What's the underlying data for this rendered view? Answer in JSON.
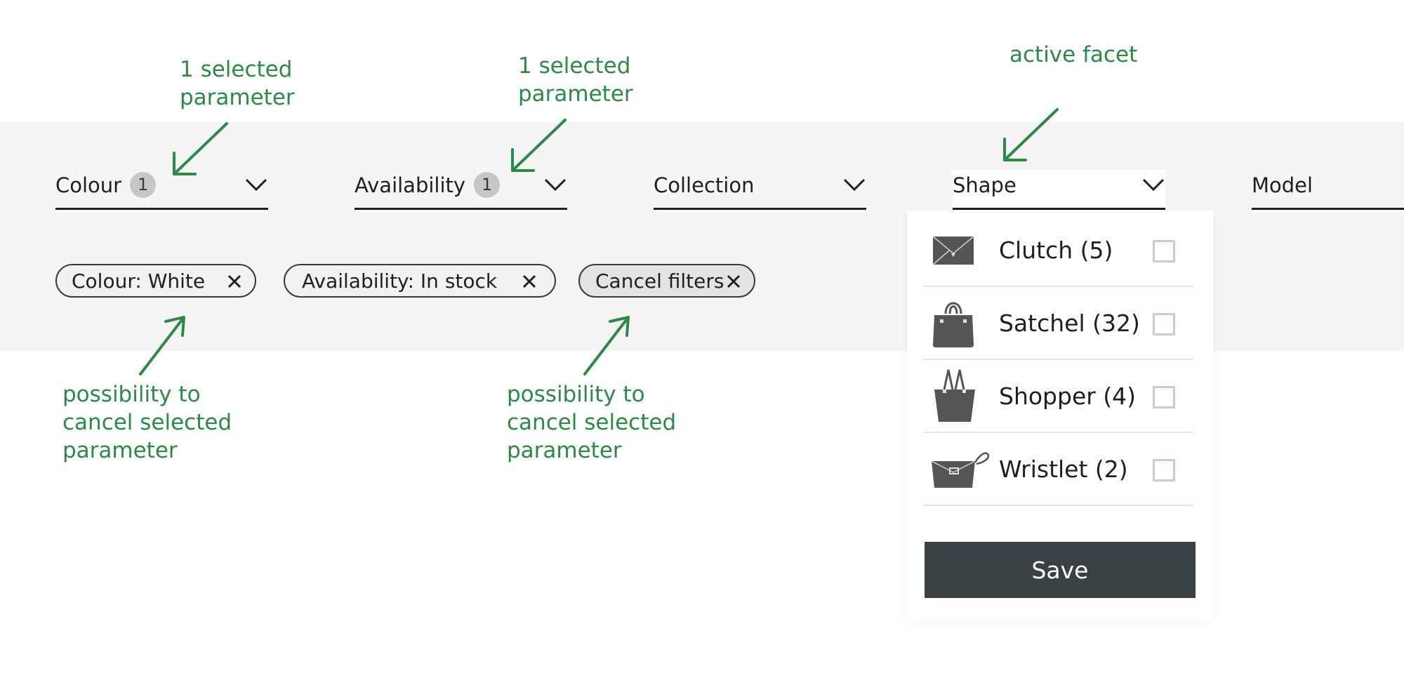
{
  "annotations": {
    "colour_count": "1 selected\nparameter",
    "availability_count": "1 selected\nparameter",
    "active_facet": "active facet",
    "cancel_chip": "possibility to\ncancel selected\nparameter",
    "cancel_filters": "possibility to\ncancel selected\nparameter"
  },
  "facets": [
    {
      "label": "Colour",
      "count": "1"
    },
    {
      "label": "Availability",
      "count": "1"
    },
    {
      "label": "Collection"
    },
    {
      "label": "Shape",
      "active": true
    },
    {
      "label": "Model"
    }
  ],
  "chips": [
    {
      "label": "Colour: White"
    },
    {
      "label": "Availability: In stock"
    },
    {
      "label": "Cancel filters"
    }
  ],
  "dropdown": {
    "options": [
      {
        "label": "Clutch (5)",
        "icon": "clutch-bag-icon",
        "checked": false
      },
      {
        "label": "Satchel (32)",
        "icon": "satchel-bag-icon",
        "checked": false
      },
      {
        "label": "Shopper (4)",
        "icon": "shopper-bag-icon",
        "checked": false
      },
      {
        "label": "Wristlet (2)",
        "icon": "wristlet-bag-icon",
        "checked": false
      }
    ],
    "save_label": "Save"
  },
  "colors": {
    "annotation": "#2a8a46",
    "band": "#f5f5f5",
    "save_button": "#394144",
    "count_badge": "#c6c6c6"
  }
}
